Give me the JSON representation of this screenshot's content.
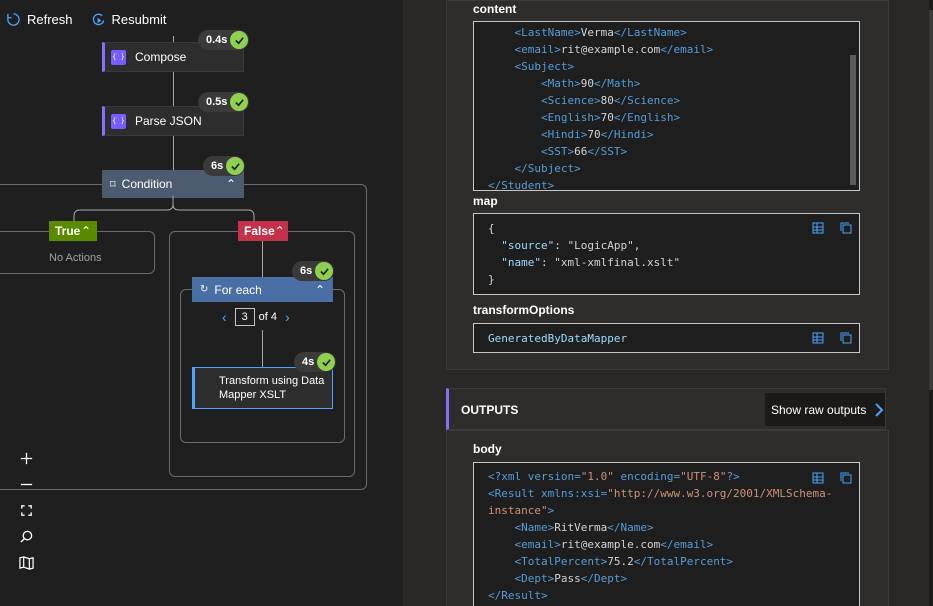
{
  "toolbar": {
    "refresh_label": "Refresh",
    "resubmit_label": "Resubmit"
  },
  "nodes": {
    "compose": {
      "label": "Compose",
      "duration": "0.4s"
    },
    "parse_json": {
      "label": "Parse JSON",
      "duration": "0.5s"
    },
    "condition": {
      "label": "Condition",
      "duration": "6s"
    },
    "true_branch": {
      "label": "True",
      "empty_text": "No Actions"
    },
    "false_branch": {
      "label": "False"
    },
    "for_each": {
      "label": "For each",
      "duration": "6s",
      "page_current": "3",
      "page_of": "of 4"
    },
    "transform": {
      "label": "Transform using Data Mapper XSLT",
      "duration": "4s"
    }
  },
  "inputs": {
    "content_label": "content",
    "content_lines": [
      "    <LastName>Verma</LastName>",
      "    <email>rit@example.com</email>",
      "    <Subject>",
      "        <Math>90</Math>",
      "        <Science>80</Science>",
      "        <English>70</English>",
      "        <Hindi>70</Hindi>",
      "        <SST>66</SST>",
      "    </Subject>",
      "</Student>"
    ],
    "map_label": "map",
    "map_lines": [
      "{",
      "  \"source\": \"LogicApp\",",
      "  \"name\": \"xml-xmlfinal.xslt\"",
      "}"
    ],
    "transform_options_label": "transformOptions",
    "transform_options_value": "GeneratedByDataMapper"
  },
  "outputs": {
    "title": "OUTPUTS",
    "raw_button_label": "Show raw outputs",
    "body_label": "body",
    "body_lines": [
      "<?xml version=\"1.0\" encoding=\"UTF-8\"?>",
      "<Result xmlns:xsi=\"http://www.w3.org/2001/XMLSchema-",
      "instance\">",
      "    <Name>RitVerma</Name>",
      "    <email>rit@example.com</email>",
      "    <TotalPercent>75.2</TotalPercent>",
      "    <Dept>Pass</Dept>",
      "</Result>"
    ]
  },
  "colors": {
    "accent": "#8a6cff",
    "true_green": "#5a8a00",
    "false_red": "#c4314b",
    "foreach_blue": "#4a6fa5",
    "success": "#90d050"
  }
}
